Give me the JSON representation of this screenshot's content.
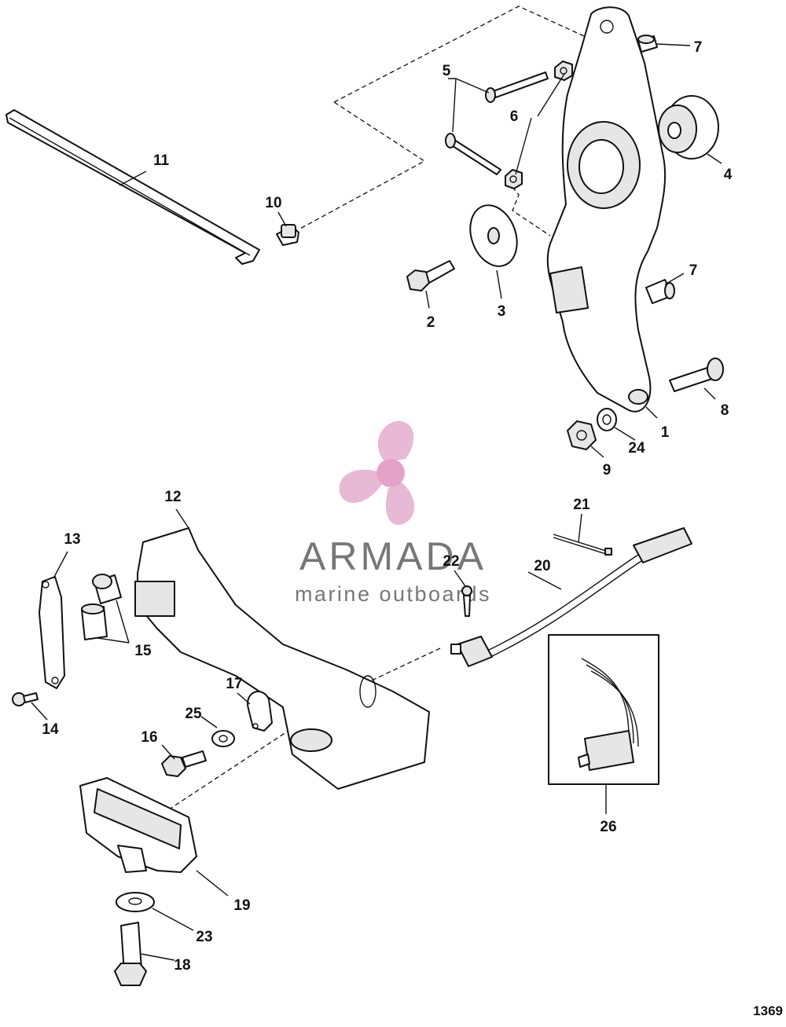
{
  "diagram": {
    "callouts": [
      "1",
      "2",
      "3",
      "4",
      "5",
      "6",
      "7",
      "7",
      "8",
      "9",
      "10",
      "11",
      "12",
      "13",
      "14",
      "15",
      "16",
      "17",
      "18",
      "19",
      "20",
      "21",
      "22",
      "23",
      "24",
      "25",
      "26"
    ],
    "figure_number": "1369"
  },
  "watermark": {
    "brand": "ARMADA",
    "tagline": "marine outboards",
    "colors": {
      "petal": "#e7b6d3",
      "hub": "#e39ec7",
      "text": "#707070"
    }
  }
}
